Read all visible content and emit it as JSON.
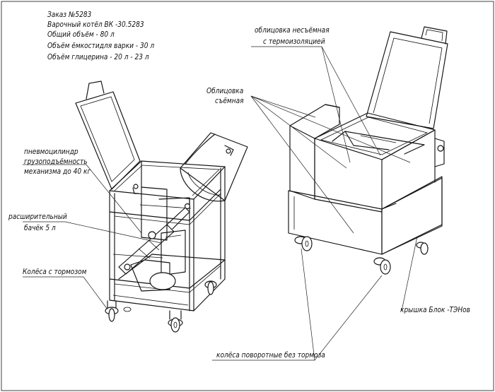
{
  "spec": {
    "order": "Заказ №5283",
    "boiler": "Варочный котёл ВК -30.5283",
    "total_volume": "Общий объём  - 80 л",
    "vessel_volume": "Объём ёмкостидля варки - 30 л",
    "glycerin_volume": "Объём глицерина  - 20 л - 23 л"
  },
  "labels": {
    "pneumo_1": "пневмоцилиндр",
    "pneumo_2": "грузоподъёмность",
    "pneumo_3": "механизма до  40 кг",
    "tank_1": "расширительный",
    "tank_2": "бачёк  5 л",
    "wheels_brake": "Колёса с тормозом",
    "cladding_fixed_1": "облицовка несъёмная",
    "cladding_fixed_2": "с термоизоляцией",
    "cladding_removable_1": "Облицовка",
    "cladding_removable_2": "съёмная",
    "heater_cover": "крышка Блок -ТЭНов",
    "wheels_swivel": "колёса поворотные без тормоза"
  }
}
